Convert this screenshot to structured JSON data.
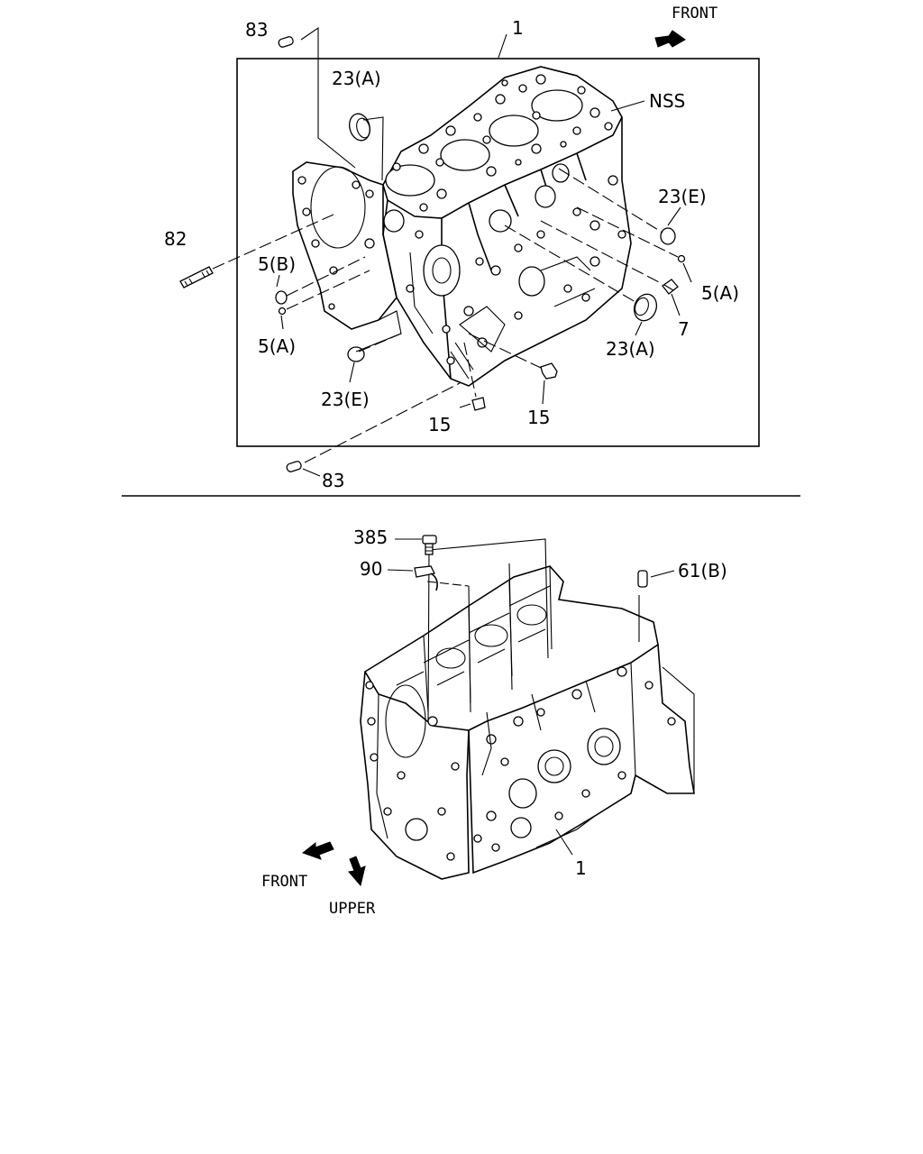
{
  "directions": {
    "front_top": "FRONT",
    "front_bottom": "FRONT",
    "upper": "UPPER"
  },
  "labels": {
    "l_1_top": "1",
    "l_83_top": "83",
    "l_23a_top": "23(A)",
    "l_nss": "NSS",
    "l_23e_right": "23(E)",
    "l_82": "82",
    "l_5b": "5(B)",
    "l_5a_left": "5(A)",
    "l_5a_right": "5(A)",
    "l_7": "7",
    "l_23a_right": "23(A)",
    "l_23e_bottom": "23(E)",
    "l_15_left": "15",
    "l_15_right": "15",
    "l_83_bottom": "83",
    "l_385": "385",
    "l_90": "90",
    "l_61b": "61(B)",
    "l_1_bottom": "1"
  }
}
